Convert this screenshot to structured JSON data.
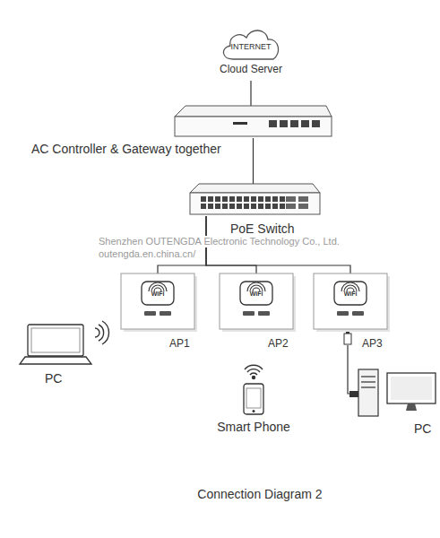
{
  "diagram": {
    "caption": "Connection Diagram 2",
    "nodes": [
      {
        "text": [
          "INTERNET",
          "Cloud Server"
        ]
      },
      {
        "text": [
          "AC Controller & Gateway together"
        ]
      },
      {
        "text": [
          "PoE Switch"
        ]
      },
      {
        "text": [
          "AP1"
        ]
      },
      {
        "text": [
          "AP2"
        ]
      },
      {
        "text": [
          "AP3"
        ]
      },
      {
        "text": [
          "PC"
        ]
      },
      {
        "text": [
          "Smart Phone"
        ]
      },
      {
        "text": [
          "PC"
        ]
      }
    ],
    "edges": [
      {
        "from": 0,
        "to": 1,
        "arrow": "none"
      },
      {
        "from": 1,
        "to": 2,
        "arrow": "none"
      },
      {
        "from": 2,
        "to": 3,
        "arrow": "none"
      },
      {
        "from": 2,
        "to": 4,
        "arrow": "none"
      },
      {
        "from": 2,
        "to": 5,
        "arrow": "none"
      },
      {
        "from": 5,
        "to": 8,
        "arrow": "none"
      }
    ],
    "labels": [
      "Shenzhen OUTENGDA Electronic Technology Co., Ltd.",
      "outengda.en.china.cn/",
      "WiFi",
      "WiFi",
      "WiFi"
    ]
  }
}
